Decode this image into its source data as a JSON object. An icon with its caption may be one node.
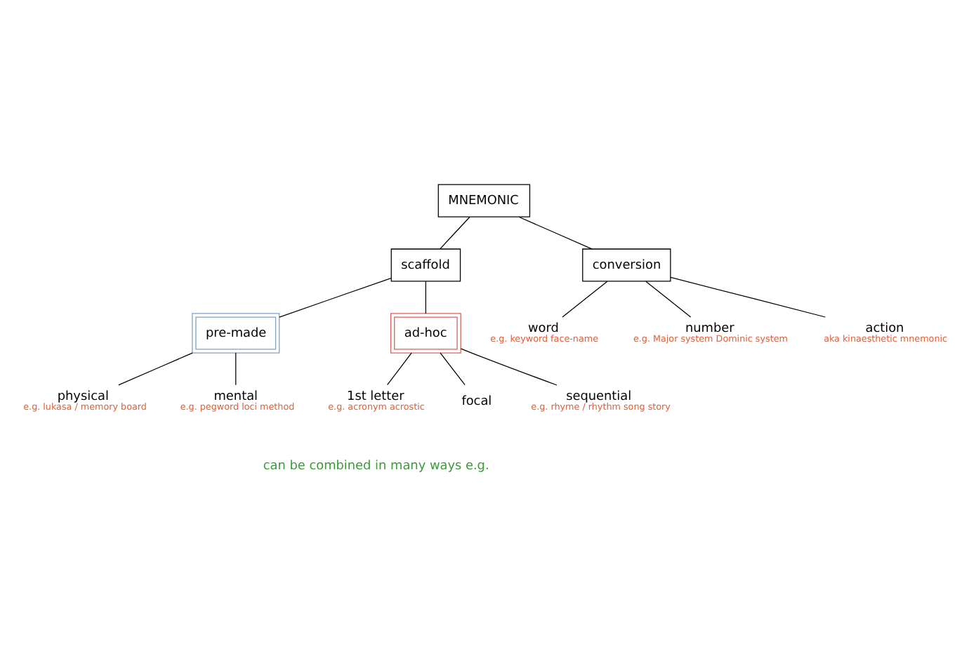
{
  "diagram": {
    "nodes": [
      {
        "text": [
          "MNEMONIC"
        ]
      },
      {
        "text": [
          "scaffold"
        ]
      },
      {
        "text": [
          "conversion"
        ]
      },
      {
        "text": [
          "pre-made"
        ]
      },
      {
        "text": [
          "ad-hoc"
        ]
      },
      {
        "text": [
          "physical"
        ],
        "beside": [
          "e.g. lukasa / memory board"
        ]
      },
      {
        "text": [
          "mental"
        ],
        "beside": [
          "e.g. pegword loci method"
        ]
      },
      {
        "text": [
          "1st letter"
        ],
        "beside": [
          "e.g. acronym acrostic"
        ]
      },
      {
        "text": [
          "focal"
        ]
      },
      {
        "text": [
          "sequential"
        ],
        "beside": [
          "e.g. rhyme / rhythm song story"
        ]
      },
      {
        "text": [
          "word"
        ],
        "beside": [
          "e.g. keyword face-name"
        ]
      },
      {
        "text": [
          "number"
        ],
        "beside": [
          "e.g. Major system Dominic system"
        ]
      },
      {
        "text": [
          "action"
        ],
        "beside": [
          "aka kinaesthetic mnemonic"
        ]
      }
    ],
    "edges": [
      {
        "from": 0,
        "to": 1,
        "arrow": "none"
      },
      {
        "from": 0,
        "to": 2,
        "arrow": "none"
      },
      {
        "from": 1,
        "to": 3,
        "arrow": "none"
      },
      {
        "from": 1,
        "to": 4,
        "arrow": "none"
      },
      {
        "from": 3,
        "to": 5,
        "arrow": "none"
      },
      {
        "from": 3,
        "to": 6,
        "arrow": "none"
      },
      {
        "from": 4,
        "to": 7,
        "arrow": "none"
      },
      {
        "from": 4,
        "to": 8,
        "arrow": "none"
      },
      {
        "from": 4,
        "to": 9,
        "arrow": "none"
      },
      {
        "from": 2,
        "to": 10,
        "arrow": "none"
      },
      {
        "from": 2,
        "to": 11,
        "arrow": "none"
      },
      {
        "from": 2,
        "to": 12,
        "arrow": "none"
      }
    ],
    "labels": [
      "can be combined in many ways e.g."
    ]
  }
}
